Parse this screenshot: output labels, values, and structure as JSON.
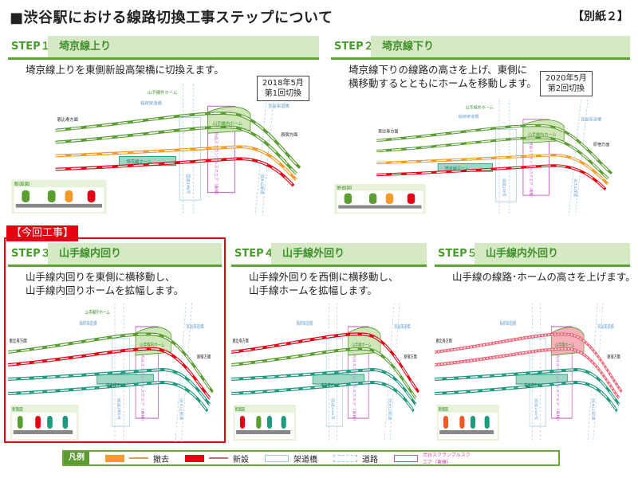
{
  "title": "■渋谷駅における線路切換工事ステップについて",
  "attachment": "【別紙２】",
  "current_label": "【今回工事】",
  "labels": {
    "yamanote_outer_home": "山手線外ホーム",
    "yamanote_inner_home": "山手線内ホーム",
    "yamanote_home": "山手線ホーム",
    "saikyo_home": "埼京線ホーム",
    "ebisu": "恵比寿方面",
    "harajuku": "原宿方面",
    "inari": "稲荷架道橋",
    "miyamasu": "宮益架道橋",
    "route246": "国道246号",
    "oyama": "旧大山街道",
    "scramble": "渋谷スクランブルスクエア（東棟）",
    "section": "断面図"
  },
  "colors": {
    "green": "#5a9e32",
    "teal": "#1f9a7e",
    "orange": "#f39a2b",
    "red": "#e60012",
    "pink": "#f06a7a",
    "bridge": "#9cc8e8",
    "scramble": "#c050c0"
  },
  "steps": [
    {
      "step": "STEP１",
      "name": "埼京線上り",
      "desc": [
        "埼京線上りを東側新設高架橋に切換えます。"
      ],
      "date": [
        "2018年5月",
        "第1回切換"
      ],
      "tracks": [
        "green",
        "green",
        "orange",
        "red"
      ]
    },
    {
      "step": "STEP２",
      "name": "埼京線下り",
      "desc": [
        "埼京線下りの線路の高さを上げ、東側に",
        "横移動するとともにホームを移動します。"
      ],
      "date": [
        "2020年5月",
        "第2回切換"
      ],
      "tracks": [
        "green",
        "green",
        "orange",
        "red"
      ]
    },
    {
      "step": "STEP３",
      "name": "山手線内回り",
      "desc": [
        "山手線内回りを東側に横移動し、",
        "山手線内回りホームを拡幅します。"
      ],
      "tracks": [
        "green",
        "red",
        "teal",
        "teal"
      ]
    },
    {
      "step": "STEP４",
      "name": "山手線外回り",
      "desc": [
        "山手線外回りを西側に横移動し、",
        "山手線ホームを拡幅します。"
      ],
      "tracks": [
        "red",
        "green",
        "teal",
        "teal"
      ]
    },
    {
      "step": "STEP５",
      "name": "山手線内外回り",
      "desc": [
        "山手線の線路･ホームの高さを上げます。"
      ],
      "tracks": [
        "pink",
        "pink",
        "teal",
        "teal"
      ]
    }
  ],
  "legend": {
    "title": "凡例",
    "removed": "撤去",
    "new": "新設",
    "bridge": "架道橋",
    "road": "道路",
    "scramble": "渋谷スクランブルスクエア（東棟）"
  }
}
